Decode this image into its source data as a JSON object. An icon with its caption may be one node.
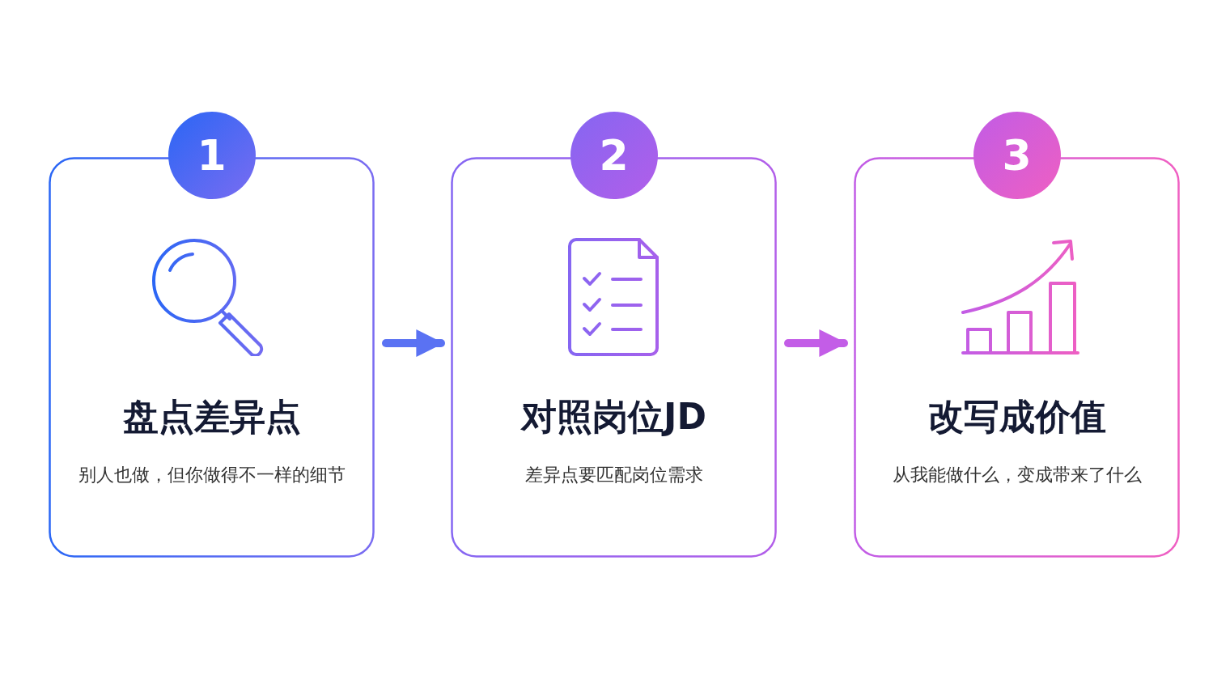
{
  "diagram": {
    "nodes": [
      {
        "text": [
          "1"
        ]
      },
      {
        "text": [
          "盘点差异点",
          "别人也做，但你做得不一样的细节"
        ]
      },
      {
        "text": [
          "2"
        ]
      },
      {
        "text": [
          "对照岗位JD",
          "差异点要匹配岗位需求"
        ]
      },
      {
        "text": [
          "3"
        ]
      },
      {
        "text": [
          "改写成价值",
          "从我能做什么，变成带来了什么"
        ]
      }
    ],
    "edges": [
      {
        "from": 1,
        "to": 3,
        "arrow": "to",
        "color": "#5a72f3"
      },
      {
        "from": 3,
        "to": 5,
        "arrow": "to",
        "color": "#c35de7"
      }
    ]
  }
}
